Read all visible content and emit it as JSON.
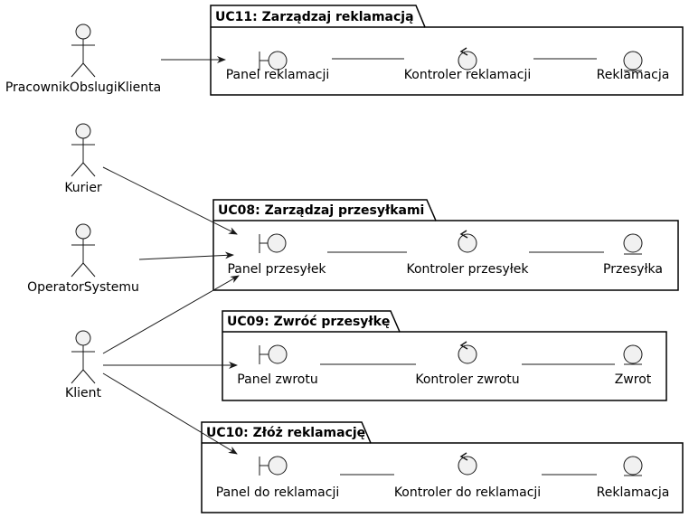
{
  "actors": {
    "pracownik": "PracownikObslugiKlienta",
    "kurier": "Kurier",
    "operator": "OperatorSystemu",
    "klient": "Klient"
  },
  "packages": {
    "uc11": {
      "title": "UC11: Zarządzaj reklamacją",
      "boundary": "Panel reklamacji",
      "control": "Kontroler reklamacji",
      "entity": "Reklamacja"
    },
    "uc08": {
      "title": "UC08: Zarządzaj przesyłkami",
      "boundary": "Panel przesyłek",
      "control": "Kontroler przesyłek",
      "entity": "Przesyłka"
    },
    "uc09": {
      "title": "UC09: Zwróć przesyłkę",
      "boundary": "Panel zwrotu",
      "control": "Kontroler zwrotu",
      "entity": "Zwrot"
    },
    "uc10": {
      "title": "UC10: Złóż reklamację",
      "boundary": "Panel do reklamacji",
      "control": "Kontroler do reklamacji",
      "entity": "Reklamacja"
    }
  }
}
